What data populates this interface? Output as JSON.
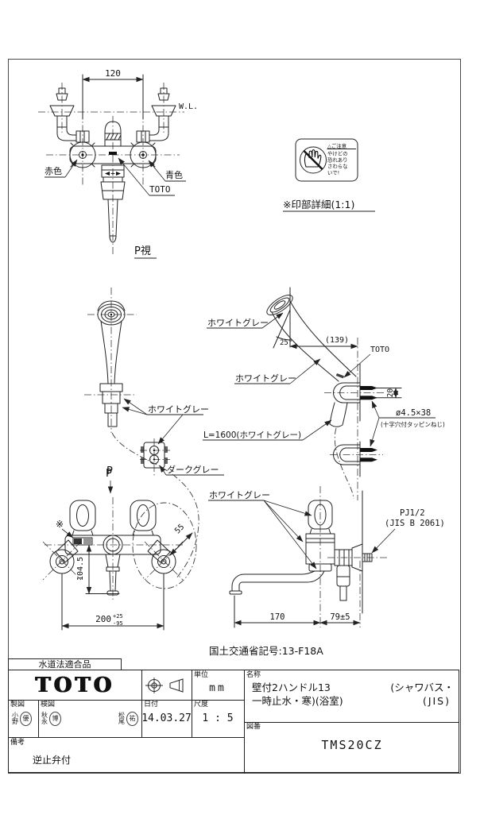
{
  "views": {
    "top": {
      "dim_width": "120",
      "water_line": "W.L.",
      "label_red": "赤色",
      "label_blue": "青色",
      "label_logo": "TOTO",
      "caption": "P視"
    },
    "warning": {
      "title": "△ご注意",
      "lines": [
        "やけどの",
        "恐れあり",
        "さわらな",
        "いで!"
      ],
      "detail_note": "※印部詳細(1:1)"
    },
    "shower_front": {
      "label_white_gray": "ホワイトグレー",
      "label_dark_gray": "ダークグレー",
      "view_arrow": "P"
    },
    "shower_side": {
      "label_white_gray_head": "ホワイトグレー",
      "label_white_gray_hose": "ホワイトグレー",
      "angle": "25°",
      "dim_reach": "(139)",
      "label_logo": "TOTO",
      "dim_screw_spacing": "20",
      "screw_size": "ø4.5×38",
      "screw_note": "(十字穴付タッピンねじ)",
      "hose_length": "L=1600(ホワイトグレー)"
    },
    "faucet_front": {
      "ref_mark": "※",
      "view_arrow": "P",
      "dim_diagonal": "55",
      "dim_height": "104.5",
      "dim_width": "200",
      "dim_width_plus": "+25",
      "dim_width_minus": "-95"
    },
    "faucet_side": {
      "label_white_gray": "ホワイトグレー",
      "thread_type": "PJ1/2",
      "thread_standard": "(JIS B 2061)",
      "dim_spout_reach": "170",
      "dim_wall_offset": "79±5"
    },
    "regulatory_code": "国土交通省記号:13-F18A"
  },
  "title_block": {
    "compliance_tab": "水道法適合品",
    "logo": "TOTO",
    "unit_label": "単位",
    "unit_value": "mm",
    "name_label": "名称",
    "name_line1_left": "壁付2ハンドル13",
    "name_line1_right": "(シャワバス・",
    "name_line2_left": "一時止水・寒)(浴室)",
    "name_line2_right": "(JIS)",
    "drafter_label": "製図",
    "checker_label": "検図",
    "drafter_stamp": {
      "name": "小野",
      "seal": "優"
    },
    "checker_stamps": [
      {
        "name": "秋永",
        "seal": "博"
      },
      {
        "name": "松尾",
        "seal": "祐"
      }
    ],
    "date_label": "日付",
    "date_value": "14.03.27",
    "scale_label": "尺度",
    "scale_value": "1 : 5",
    "remarks_label": "備考",
    "remarks_value": "逆止弁付",
    "drawing_no_label": "図番",
    "drawing_no_value": "TMS20CZ"
  }
}
